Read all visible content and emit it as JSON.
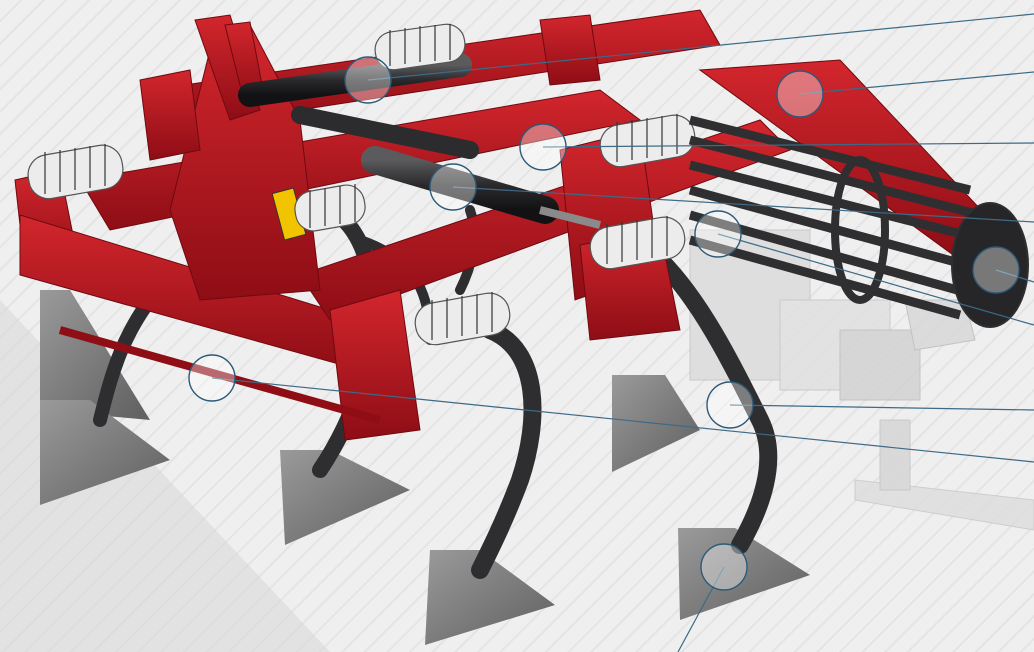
{
  "image": {
    "subject": "red cultivator",
    "colors": {
      "frame": "#b3121c",
      "frame_dark": "#7d0b12",
      "frame_light": "#d02a30",
      "tine": "#2e2e30",
      "share": "#7b7b7b",
      "spring": "#e9e9e9",
      "roller": "#3a3a3c",
      "ghost": "#d7d7d7",
      "callout_line": "#3d6a86"
    }
  },
  "callouts": [
    {
      "name": "callout-1"
    },
    {
      "name": "callout-2"
    },
    {
      "name": "callout-3"
    },
    {
      "name": "callout-4"
    },
    {
      "name": "callout-5"
    },
    {
      "name": "callout-6"
    },
    {
      "name": "callout-7"
    },
    {
      "name": "callout-8"
    },
    {
      "name": "callout-9"
    },
    {
      "name": "callout-10"
    }
  ]
}
